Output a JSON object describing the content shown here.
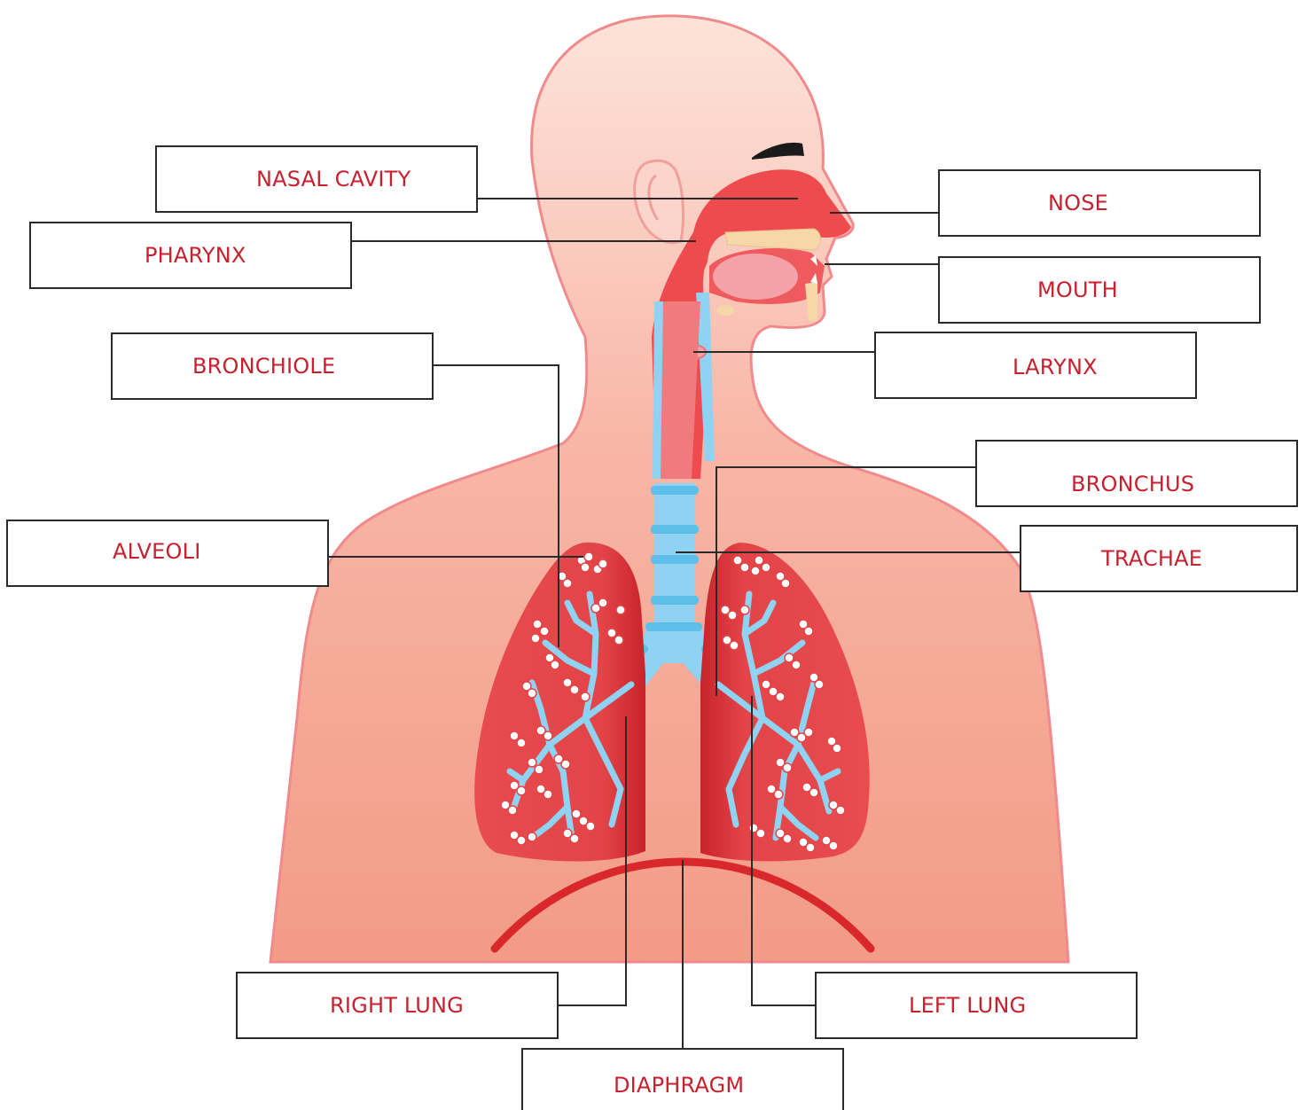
{
  "colors": {
    "skin_light": "#fde0d8",
    "skin_dark": "#f39d8a",
    "outline": "#f08a8c",
    "airway_red": "#ef4b4f",
    "lung_dark": "#d9282c",
    "lung_light": "#ea4e50",
    "trachea_blue": "#8fd2f2",
    "ring_blue": "#5ec0ea",
    "label_red": "#c8202e",
    "leader_line": "#2a2a2a"
  },
  "labels": {
    "nasal_cavity": "NASAL CAVITY",
    "pharynx": "PHARYNX",
    "bronchiole": "BRONCHIOLE",
    "alveoli": "ALVEOLI",
    "nose": "NOSE",
    "mouth": "MOUTH",
    "larynx": "LARYNX",
    "bronchus": "BRONCHUS",
    "trachae": "TRACHAE",
    "right_lung": "RIGHT LUNG",
    "left_lung": "LEFT LUNG",
    "diaphragm": "DIAPHRAGM"
  },
  "icons": {
    "body": "human-torso-silhouette",
    "lungs": "lung-illustration",
    "airway": "trachea-and-bronchi"
  }
}
